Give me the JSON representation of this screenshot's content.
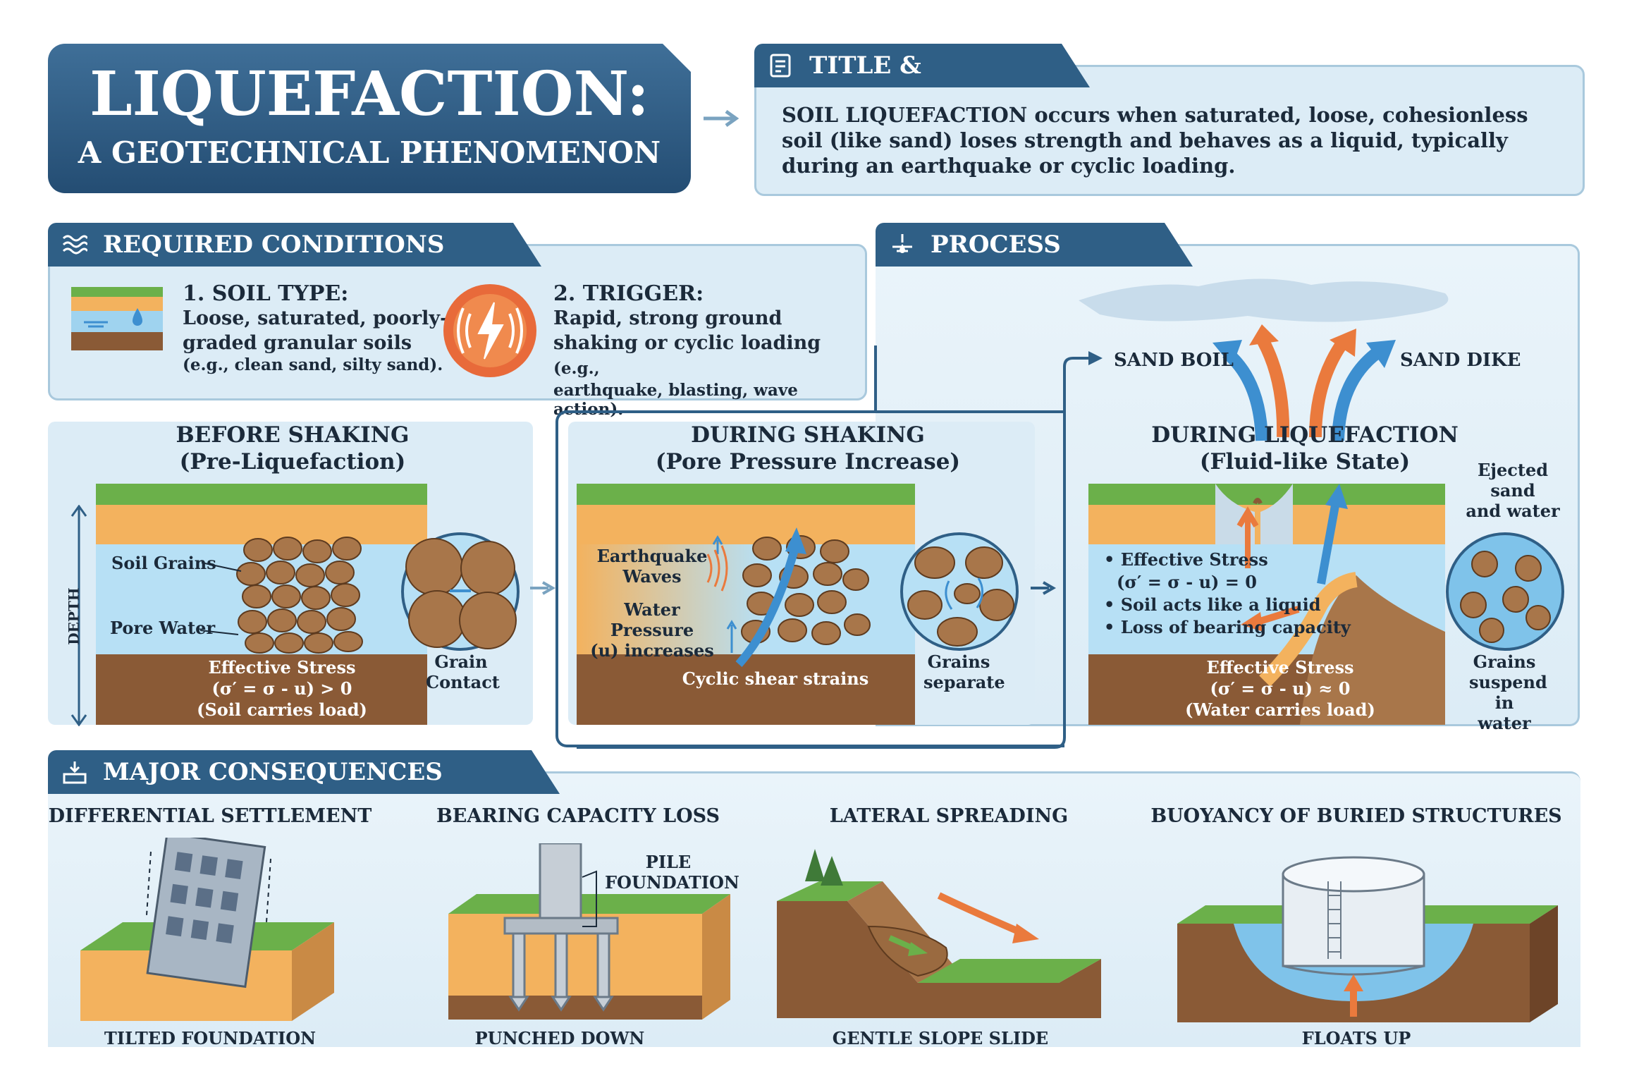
{
  "title": {
    "main": "LIQUEFACTION:",
    "subtitle": "A GEOTECHNICAL PHENOMENON"
  },
  "definition": {
    "tab": "TITLE & DEFINITION",
    "text": "SOIL LIQUEFACTION occurs when saturated, loose, cohesionless soil (like sand) loses strength and behaves as a liquid, typically during an earthquake or cyclic loading."
  },
  "conditions": {
    "tab": "REQUIRED CONDITIONS (INPUTS)",
    "soil": {
      "title": "1. SOIL TYPE:",
      "body": "Loose, saturated, poorly-graded granular soils",
      "example": "(e.g., clean sand, silty sand)."
    },
    "trigger": {
      "title": "2. TRIGGER:",
      "body": "Rapid, strong ground shaking or cyclic loading",
      "example_inline": "(e.g.,",
      "example": "earthquake, blasting, wave action)."
    }
  },
  "process": {
    "tab": "PROCESS DIAGRAM",
    "sand_boil": "SAND BOIL",
    "sand_dike": "SAND DIKE",
    "before": {
      "title": "BEFORE SHAKING",
      "subtitle": "(Pre-Liquefaction)",
      "depth": "DEPTH",
      "soil_grains": "Soil Grains",
      "pore_water": "Pore Water",
      "stress_line1": "Effective Stress",
      "stress_line2": "(σ′ = σ - u) > 0",
      "stress_line3": "(Soil carries load)",
      "grain_contact_1": "Grain",
      "grain_contact_2": "Contact"
    },
    "during": {
      "title": "DURING SHAKING",
      "subtitle": "(Pore Pressure Increase)",
      "eq_waves_1": "Earthquake",
      "eq_waves_2": "Waves",
      "water_pressure_1": "Water Pressure",
      "water_pressure_2": "(u) increases",
      "cyclic": "Cyclic shear strains",
      "grains_sep_1": "Grains",
      "grains_sep_2": "separate"
    },
    "liquefaction": {
      "title": "DURING LIQUEFACTION",
      "subtitle": "(Fluid-like State)",
      "ejected_1": "Ejected sand",
      "ejected_2": "and water",
      "bullets": [
        "Effective Stress",
        "(σ′ = σ - u) = 0",
        "Soil acts like a liquid",
        "Loss of bearing capacity"
      ],
      "stress_line1": "Effective Stress",
      "stress_line2": "(σ′ = σ - u) ≈ 0",
      "stress_line3": "(Water carries load)",
      "suspend_1": "Grains",
      "suspend_2": "suspend",
      "suspend_3": "in water"
    }
  },
  "consequences": {
    "tab": "MAJOR CONSEQUENCES (OUTPUTS)",
    "items": [
      {
        "title": "DIFFERENTIAL SETTLEMENT",
        "caption": "TILTED FOUNDATION"
      },
      {
        "title": "BEARING CAPACITY LOSS",
        "caption": "PUNCHED DOWN",
        "label_1": "PILE",
        "label_2": "FOUNDATION"
      },
      {
        "title": "LATERAL SPREADING",
        "caption": "GENTLE SLOPE SLIDE"
      },
      {
        "title": "BUOYANCY OF BURIED STRUCTURES",
        "caption": "FLOATS UP"
      }
    ]
  },
  "colors": {
    "navy": "#2f5f86",
    "panel": "#dcecf6",
    "sand": "#f3b25e",
    "grass": "#6bb04a",
    "dirt": "#8a5a36",
    "water": "#9fd3ef",
    "grain": "#a8764a",
    "arrow_blue": "#3d8fd0",
    "arrow_orange": "#ea7a3d"
  }
}
